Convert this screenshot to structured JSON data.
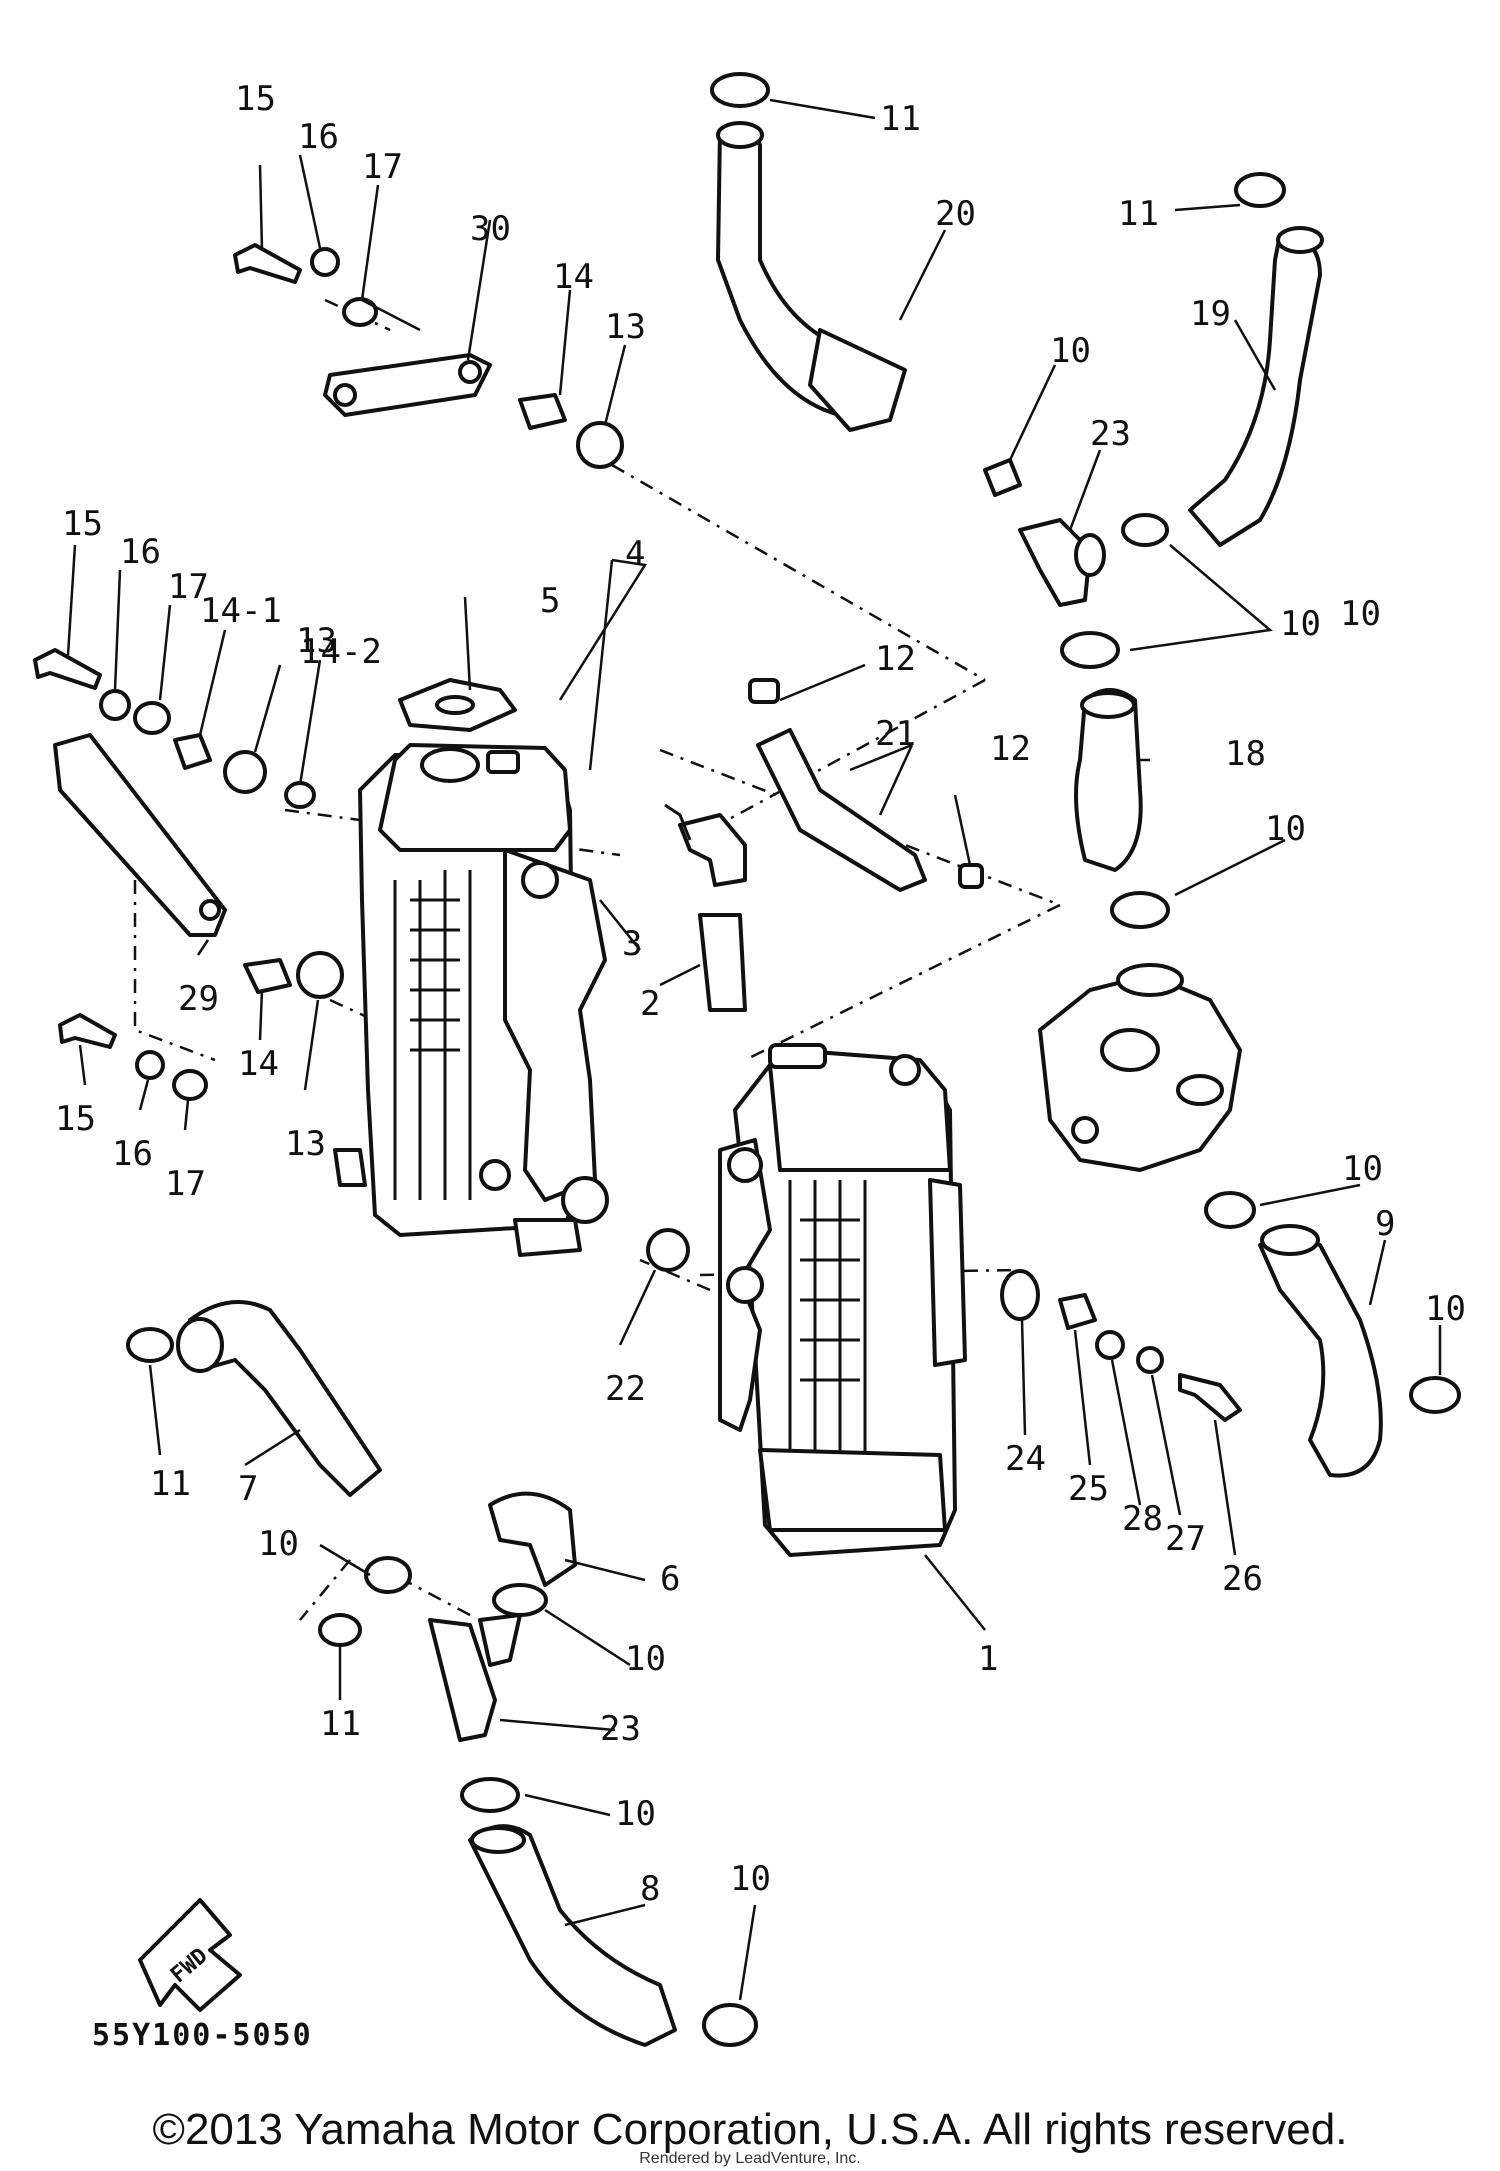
{
  "diagram": {
    "part_labels": {
      "l1": "1",
      "l2": "2",
      "l3": "3",
      "l4": "4",
      "l5": "5",
      "l6": "6",
      "l7": "7",
      "l8": "8",
      "l9": "9",
      "l10a": "10",
      "l10b": "10",
      "l10c": "10",
      "l10d": "10",
      "l10e": "10",
      "l10f": "10",
      "l10g": "10",
      "l10h": "10",
      "l10i": "10",
      "l10j": "10",
      "l11a": "11",
      "l11b": "11",
      "l11c": "11",
      "l11d": "11",
      "l12a": "12",
      "l12b": "12",
      "l13a": "13",
      "l13b": "13",
      "l13c": "13",
      "l14a": "14",
      "l14b": "14",
      "l14_1": "14-1",
      "l14_2": "14-2",
      "l15a": "15",
      "l15b": "15",
      "l15c": "15",
      "l16a": "16",
      "l16b": "16",
      "l16c": "16",
      "l17a": "17",
      "l17b": "17",
      "l17c": "17",
      "l18": "18",
      "l19": "19",
      "l20": "20",
      "l21": "21",
      "l22": "22",
      "l23a": "23",
      "l23b": "23",
      "l24": "24",
      "l25": "25",
      "l26": "26",
      "l27": "27",
      "l28": "28",
      "l29": "29",
      "l30": "30"
    },
    "fwd_label": "FWD",
    "diagram_code": "55Y100-5050",
    "copyright": "©2013 Yamaha Motor Corporation, U.S.A. All rights reserved.",
    "rendered_by": "Rendered by LeadVenture, Inc."
  }
}
